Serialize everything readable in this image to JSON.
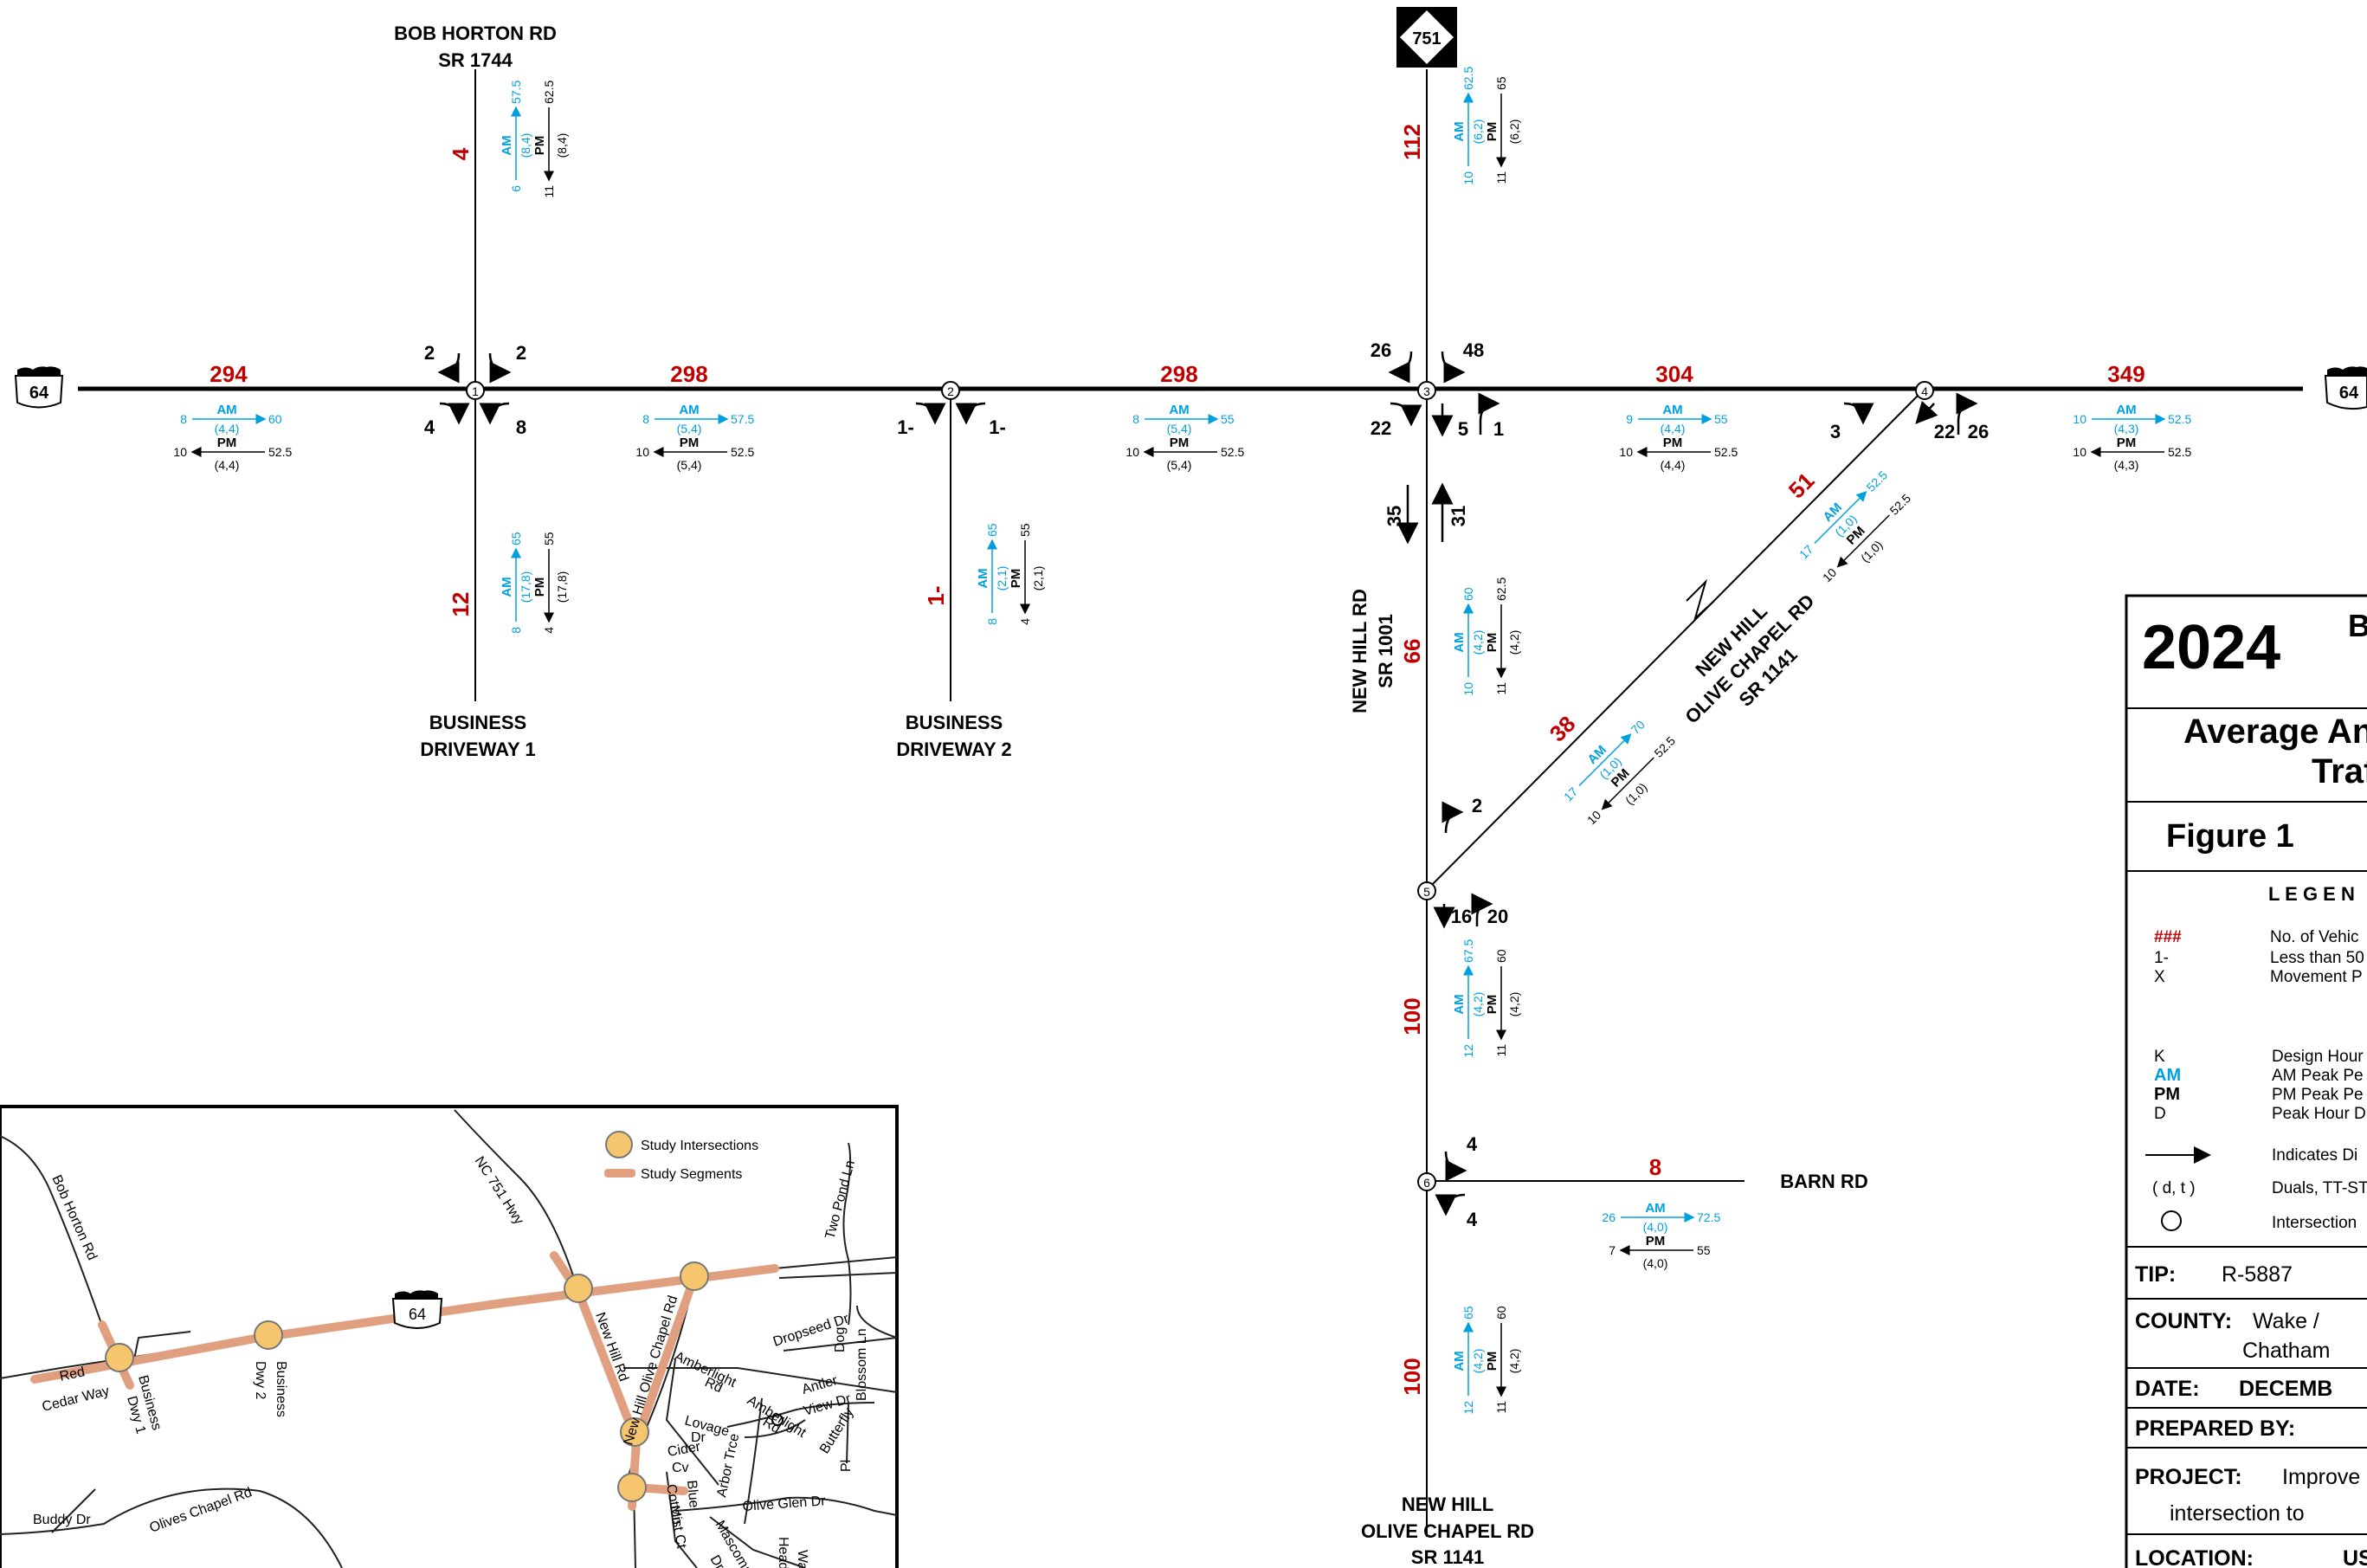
{
  "colors": {
    "volume": "#c00000",
    "am": "#00a0e0",
    "pm": "#000000",
    "segment": "#e0a080",
    "intersection": "#f6c66e"
  },
  "shields": {
    "us64": "64",
    "nc751": "751"
  },
  "roads": {
    "bob_horton": [
      "BOB HORTON RD",
      "SR 1744"
    ],
    "driveway1": [
      "BUSINESS",
      "DRIVEWAY 1"
    ],
    "driveway2": [
      "BUSINESS",
      "DRIVEWAY 2"
    ],
    "new_hill": [
      "NEW HILL RD",
      "SR 1001"
    ],
    "new_hill_olive": [
      "NEW HILL",
      "OLIVE CHAPEL RD",
      "SR 1141"
    ],
    "new_hill_olive_bottom": [
      "NEW HILL",
      "OLIVE CHAPEL RD",
      "SR 1141"
    ],
    "barn": "BARN RD"
  },
  "intersections": [
    "1",
    "2",
    "3",
    "4",
    "5",
    "6"
  ],
  "segment_volumes": {
    "us64_w": "294",
    "us64_1_2": "298",
    "us64_2_3": "298",
    "us64_3_4": "304",
    "us64_e": "349",
    "bob_horton": "4",
    "dwy1": "12",
    "dwy2": "1-",
    "nc751": "112",
    "new_hill": "66",
    "nhoc_4": "51",
    "nhoc_5": "38",
    "nh_5_6": "100",
    "nh_s": "100",
    "barn": "8"
  },
  "segment_factors": {
    "us64_w": {
      "am_d": "8",
      "am_k": "60",
      "am_p": "(4,4)",
      "pm_d": "10",
      "pm_k": "52.5",
      "pm_p": "(4,4)"
    },
    "us64_1_2": {
      "am_d": "8",
      "am_k": "57.5",
      "am_p": "(5,4)",
      "pm_d": "10",
      "pm_k": "52.5",
      "pm_p": "(5,4)"
    },
    "us64_2_3": {
      "am_d": "8",
      "am_k": "55",
      "am_p": "(5,4)",
      "pm_d": "10",
      "pm_k": "52.5",
      "pm_p": "(5,4)"
    },
    "us64_3_4": {
      "am_d": "9",
      "am_k": "55",
      "am_p": "(4,4)",
      "pm_d": "10",
      "pm_k": "52.5",
      "pm_p": "(4,4)"
    },
    "us64_e": {
      "am_d": "10",
      "am_k": "52.5",
      "am_p": "(4,3)",
      "pm_d": "10",
      "pm_k": "52.5",
      "pm_p": "(4,3)"
    },
    "barn": {
      "am_d": "26",
      "am_k": "72.5",
      "am_p": "(4,0)",
      "pm_d": "7",
      "pm_k": "55",
      "pm_p": "(4,0)"
    },
    "bob_horton": {
      "am_d": "6",
      "am_k": "57.5",
      "am_p": "(8,4)",
      "pm_d": "11",
      "pm_k": "62.5",
      "pm_p": "(8,4)"
    },
    "dwy1": {
      "am_d": "8",
      "am_k": "65",
      "am_p": "(17,8)",
      "pm_d": "4",
      "pm_k": "55",
      "pm_p": "(17,8)"
    },
    "dwy2": {
      "am_d": "8",
      "am_k": "65",
      "am_p": "(2,1)",
      "pm_d": "4",
      "pm_k": "55",
      "pm_p": "(2,1)"
    },
    "nc751": {
      "am_d": "10",
      "am_k": "62.5",
      "am_p": "(6,2)",
      "pm_d": "11",
      "pm_k": "65",
      "pm_p": "(6,2)"
    },
    "new_hill": {
      "am_d": "10",
      "am_k": "60",
      "am_p": "(4,2)",
      "pm_d": "11",
      "pm_k": "62.5",
      "pm_p": "(4,2)"
    },
    "nh_5_6": {
      "am_d": "12",
      "am_k": "67.5",
      "am_p": "(4,2)",
      "pm_d": "11",
      "pm_k": "60",
      "pm_p": "(4,2)"
    },
    "nh_s": {
      "am_d": "12",
      "am_k": "65",
      "am_p": "(4,2)",
      "pm_d": "11",
      "pm_k": "60",
      "pm_p": "(4,2)"
    },
    "nhoc_4": {
      "am_d": "17",
      "am_k": "52.5",
      "am_p": "(1,0)",
      "pm_d": "10",
      "pm_k": "52.5",
      "pm_p": "(1,0)"
    },
    "nhoc_5": {
      "am_d": "17",
      "am_k": "70",
      "am_p": "(1,0)",
      "pm_d": "10",
      "pm_k": "52.5",
      "pm_p": "(1,0)"
    }
  },
  "am_label": "AM",
  "pm_label": "PM",
  "turns": {
    "i1_nw": "2",
    "i1_ne": "2",
    "i1_sw": "4",
    "i1_se": "8",
    "i2_l": "1-",
    "i2_r": "1-",
    "i3_nw": "26",
    "i3_ne": "48",
    "i3_sw": "22",
    "i3_s1": "5",
    "i3_s2": "1",
    "i3_sb": "35",
    "i3_nb": "31",
    "i4_w": "3",
    "i4_s1": "22",
    "i4_s2": "26",
    "i5_r": "2",
    "i5_s1": "16",
    "i5_s2": "20",
    "i6_n": "4",
    "i6_s": "4"
  },
  "inset": {
    "legend_intersections": "Study Intersections",
    "legend_segments": "Study Segments",
    "shield": "64",
    "labels": [
      "Bob Horton Rd",
      "NC 751 Hwy",
      "Two Pond Ln",
      "Red",
      "Cedar Way",
      "Business",
      "Dwy 1",
      "Business",
      "Dwy 2",
      "Dropseed Dr",
      "Dog",
      "Blossom Ln",
      "Amberlight",
      "Rd",
      "New Hill Olive Chapel Rd",
      "New Hill Rd",
      "Antler",
      "View Dr",
      "Amberlight",
      "Rd",
      "Lovage",
      "Dr",
      "Cider",
      "Cv",
      "Arbor Trce",
      "Butterfly",
      "Pl",
      "Cotton",
      "Blue",
      "Mist Ct",
      "Olive Glen Dr",
      "Buddy Dr",
      "Olives Chapel Rd",
      "Mascoma",
      "Dr",
      "Head",
      "Way"
    ]
  },
  "title_block": {
    "year": "2024",
    "year_suffix": "B",
    "title_1": "Average An",
    "title_2": "Traf",
    "figure": "Figure 1",
    "legend_heading": "L E G E N",
    "legend_rows": [
      {
        "key": "###",
        "text": "No. of Vehic"
      },
      {
        "key": "1-",
        "text": "Less than 50"
      },
      {
        "key": "X",
        "text": "Movement P"
      },
      {
        "key": "K",
        "text": "Design Hour"
      },
      {
        "key": "AM",
        "text": "AM Peak Pe"
      },
      {
        "key": "PM",
        "text": "PM Peak Pe"
      },
      {
        "key": "D",
        "text": "Peak Hour D"
      },
      {
        "key": "arrow",
        "text": "Indicates Di"
      },
      {
        "key": "( d, t )",
        "text": "Duals, TT-ST"
      },
      {
        "key": "circle",
        "text": "Intersection"
      }
    ],
    "tip_label": "TIP:",
    "tip_value": "R-5887",
    "county_label": "COUNTY:",
    "county_value_1": "Wake /",
    "county_value_2": "Chatham",
    "date_label": "DATE:",
    "date_value": "DECEMB",
    "prepared_label": "PREPARED BY:",
    "project_label": "PROJECT:",
    "project_value_1": "Improve",
    "project_value_2": "intersection to",
    "location_label": "LOCATION:",
    "location_value": "US"
  }
}
